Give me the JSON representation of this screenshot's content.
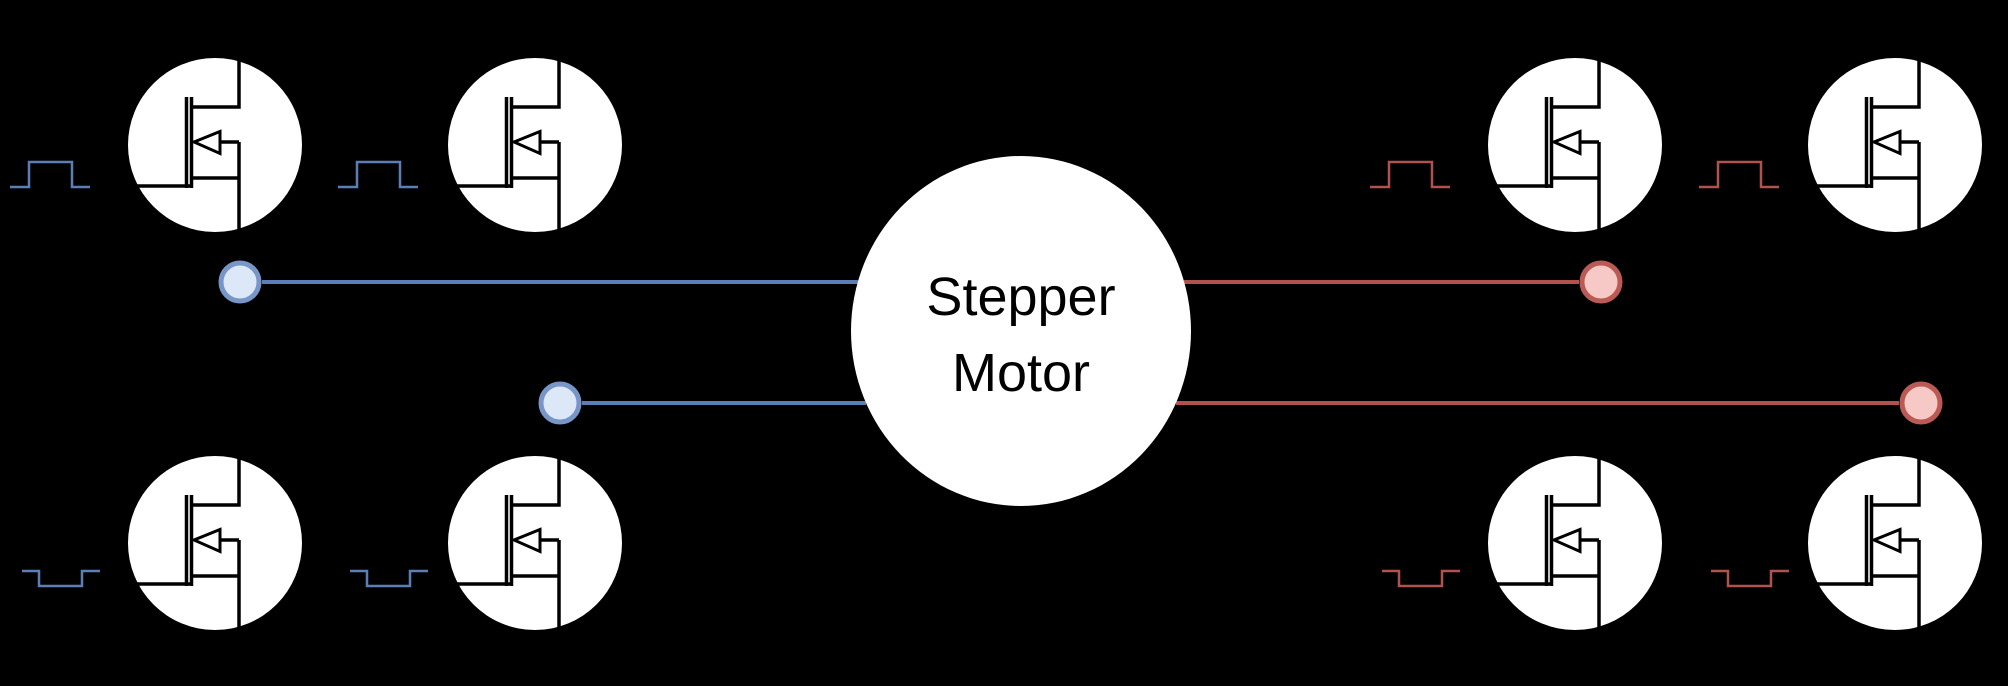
{
  "diagram": {
    "type": "stepper-motor-h-bridge-schematic",
    "description": "Stepper motor driven by eight MOSFET switches; blue phase leads on the left, red phase leads on the right"
  },
  "motor": {
    "label": "Stepper Motor",
    "lines": [
      "Stepper",
      "Motor"
    ]
  },
  "terminals": [
    {
      "position": "upper-left",
      "wire_color": "blue"
    },
    {
      "position": "lower-left",
      "wire_color": "blue"
    },
    {
      "position": "upper-right",
      "wire_color": "red"
    },
    {
      "position": "lower-right",
      "wire_color": "red"
    }
  ],
  "transistors": [
    {
      "id": "top-left-1",
      "symbol": "n-channel-mosfet",
      "gate_signal": "positive-pulse",
      "signal_color": "blue"
    },
    {
      "id": "top-left-2",
      "symbol": "n-channel-mosfet",
      "gate_signal": "positive-pulse",
      "signal_color": "blue"
    },
    {
      "id": "top-right-1",
      "symbol": "n-channel-mosfet",
      "gate_signal": "positive-pulse",
      "signal_color": "red"
    },
    {
      "id": "top-right-2",
      "symbol": "n-channel-mosfet",
      "gate_signal": "positive-pulse",
      "signal_color": "red"
    },
    {
      "id": "bottom-left-1",
      "symbol": "n-channel-mosfet",
      "gate_signal": "negative-pulse",
      "signal_color": "blue"
    },
    {
      "id": "bottom-left-2",
      "symbol": "n-channel-mosfet",
      "gate_signal": "negative-pulse",
      "signal_color": "blue"
    },
    {
      "id": "bottom-right-1",
      "symbol": "n-channel-mosfet",
      "gate_signal": "negative-pulse",
      "signal_color": "red"
    },
    {
      "id": "bottom-right-2",
      "symbol": "n-channel-mosfet",
      "gate_signal": "negative-pulse",
      "signal_color": "red"
    }
  ],
  "colors": {
    "background": "#000000",
    "symbol-stroke": "#000000",
    "symbol-fill": "#FFFFFF",
    "motor-fill": "#FFFFFF",
    "motor-text": "#000000",
    "blue-line": "#5B7EB5",
    "blue-dot-fill": "#DCE8F8",
    "blue-dot-border": "#7795C7",
    "red-line": "#B0524D",
    "red-dot-fill": "#F6C9C6",
    "red-dot-border": "#BB5A54"
  }
}
